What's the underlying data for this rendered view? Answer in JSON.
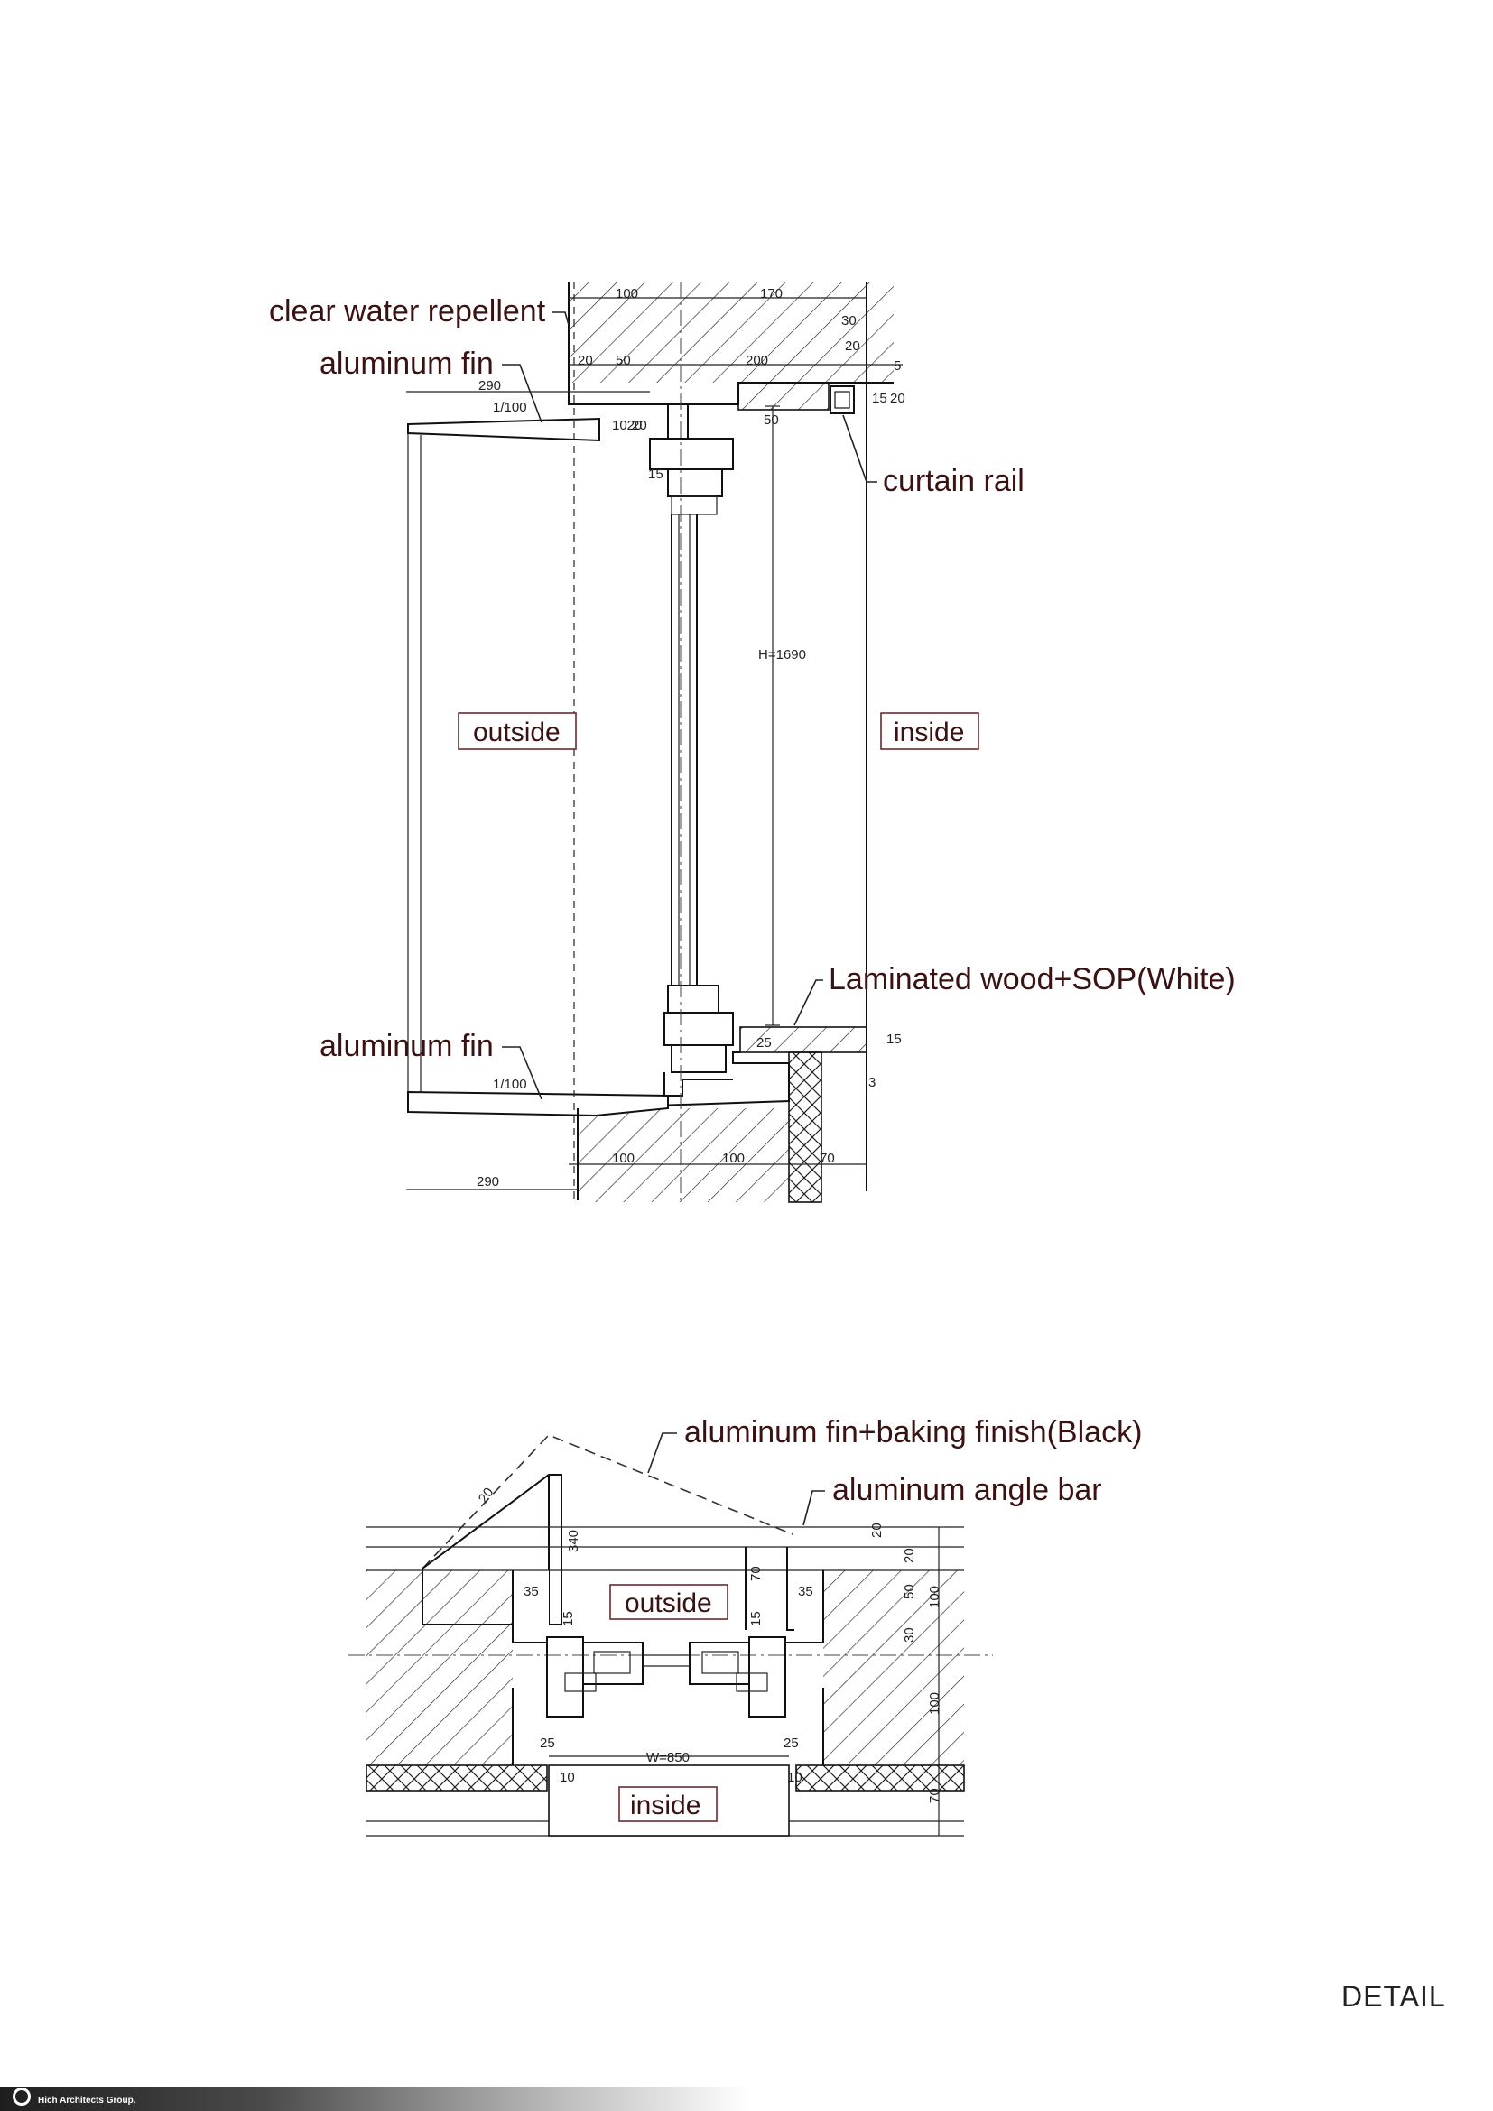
{
  "section": {
    "notes": {
      "water_repellent": "clear water repellent",
      "fin_top": "aluminum fin",
      "curtain_rail": "curtain rail",
      "laminated_wood": "Laminated wood+SOP(White)",
      "fin_bottom": "aluminum fin"
    },
    "zones": {
      "outside": "outside",
      "inside": "inside"
    },
    "dims": {
      "d100": "100",
      "d170": "170",
      "d30": "30",
      "d20a": "20",
      "d20b": "20",
      "d50": "50",
      "d200": "200",
      "d5": "5",
      "d290a": "290",
      "slope_top": "1/100",
      "d15a": "15",
      "d20c": "20",
      "d1020": "1020",
      "d20d": "20",
      "d50b": "50",
      "d15b": "15",
      "height": "H=1690",
      "d25": "25",
      "d15c": "15",
      "d3": "3",
      "slope_bottom": "1/100",
      "b100a": "100",
      "b100b": "100",
      "b70": "70",
      "d290b": "290"
    }
  },
  "plan": {
    "notes": {
      "fin_baking": "aluminum fin+baking finish(Black)",
      "angle_bar": "aluminum angle bar"
    },
    "zones": {
      "outside": "outside",
      "inside": "inside"
    },
    "dims": {
      "d20a": "20",
      "d340": "340",
      "d35a": "35",
      "d35b": "35",
      "d15a": "15",
      "d15b": "15",
      "d70a": "70",
      "d20b": "20",
      "d20c": "20",
      "d50": "50",
      "d100a": "100",
      "d30": "30",
      "d100b": "100",
      "d25a": "25",
      "d25b": "25",
      "d10a": "10",
      "d10b": "10",
      "width": "W=850",
      "d70b": "70"
    }
  },
  "sheet_title": "DETAIL",
  "footer": {
    "company": "Hich Architects Group."
  }
}
